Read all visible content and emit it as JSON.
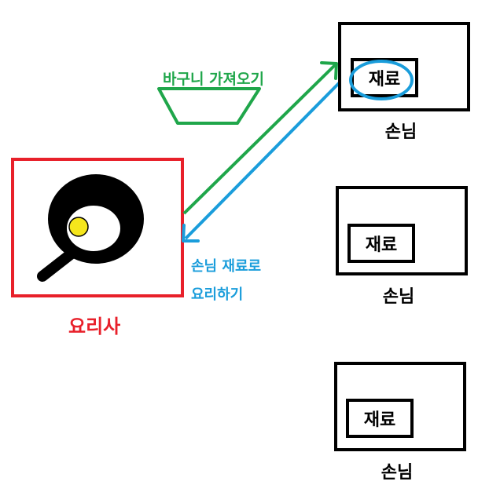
{
  "chef": {
    "label": "요리사"
  },
  "arrows": {
    "fetch_label": "바구니 가져오기",
    "cook_label_line1": "손님 재료로",
    "cook_label_line2": "요리하기"
  },
  "customers": [
    {
      "label": "손님",
      "ingredient": "재료",
      "highlighted": true
    },
    {
      "label": "손님",
      "ingredient": "재료",
      "highlighted": false
    },
    {
      "label": "손님",
      "ingredient": "재료",
      "highlighted": false
    }
  ],
  "colors": {
    "chef": "#e8202a",
    "fetch_arrow": "#1fa64a",
    "cook_arrow": "#1a9ddb",
    "outline": "#000000",
    "egg_yolk": "#f5e61c"
  },
  "icons": {
    "chef_icon": "frying-pan-with-egg-icon",
    "basket_icon": "basket-icon"
  }
}
